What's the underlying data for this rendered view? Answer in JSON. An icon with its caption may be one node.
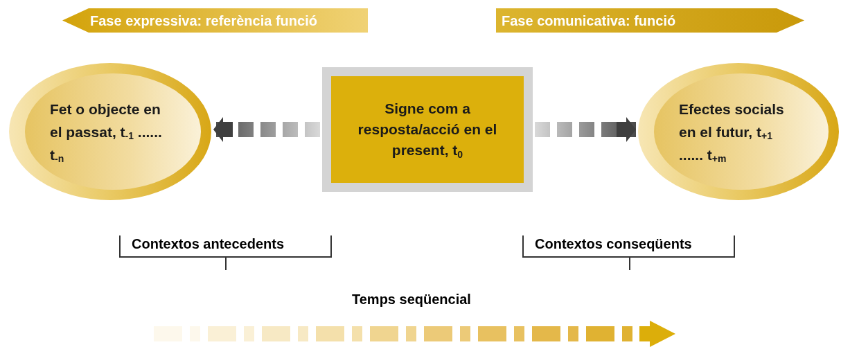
{
  "diagram": {
    "nodes": [
      {
        "text": [
          "Fet o objecte en el passat, t$_{-1}$ ...... t$_{-n}$"
        ]
      },
      {
        "text": [
          "Signe com a resposta/acció en el present, t$_{0}$"
        ]
      },
      {
        "text": [
          "Efectes socials en el futur, t$_{+1}$ ...... t$_{+m}$"
        ]
      }
    ],
    "edges": [
      {
        "from": 1,
        "to": 0,
        "arrow": "to",
        "style": "dashed"
      },
      {
        "from": 1,
        "to": 2,
        "arrow": "to",
        "style": "dashed"
      }
    ],
    "labels": [
      "Fase expressiva: referència funció",
      "Fase comunicativa: funció",
      "Contextos antecedents",
      "Contextos conseqüents",
      "Temps seqüencial"
    ]
  }
}
